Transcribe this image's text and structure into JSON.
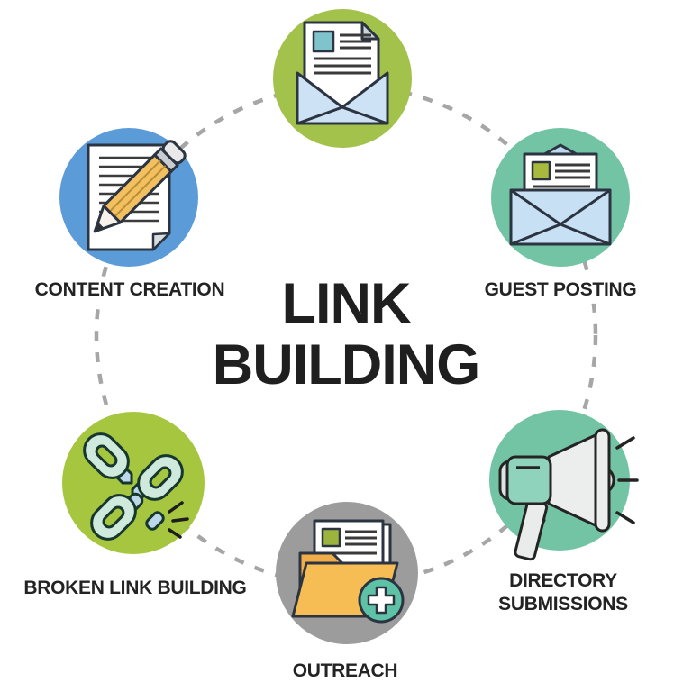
{
  "title": {
    "line1": "LINK",
    "line2": "BUILDING"
  },
  "nodes": [
    {
      "id": "newsletter",
      "icon": "open-envelope-newsletter-icon",
      "label": "",
      "circle_color": "#a3c24c"
    },
    {
      "id": "content-creation",
      "icon": "pencil-and-paper-icon",
      "label": "CONTENT CREATION",
      "circle_color": "#5b9bd8"
    },
    {
      "id": "guest-posting",
      "icon": "envelope-letter-icon",
      "label": "GUEST POSTING",
      "circle_color": "#72c4a4"
    },
    {
      "id": "broken-link-building",
      "icon": "broken-chain-link-icon",
      "label": "BROKEN LINK BUILDING",
      "circle_color": "#a6c640"
    },
    {
      "id": "directory-submissions",
      "icon": "megaphone-icon",
      "label": "DIRECTORY SUBMISSIONS",
      "circle_color": "#72c4a4"
    },
    {
      "id": "outreach",
      "icon": "folder-add-document-icon",
      "label": "OUTREACH",
      "circle_color": "#9c9c9c"
    }
  ],
  "colors": {
    "green": "#a3c24c",
    "lime": "#a6c640",
    "blue": "#5b9bd8",
    "teal": "#72c4a4",
    "gray": "#9c9c9c",
    "dash_line": "#a6a6a6",
    "outline": "#2b3440",
    "text": "#232323",
    "envelope_blue": "#cde3f5",
    "paper_white": "#ffffff",
    "pencil_yellow": "#f2c05e",
    "folder_orange": "#f3b450",
    "mint_chain": "#cfeadd",
    "megaphone_gray": "#eceeee",
    "plus_badge_teal": "#5ec2a6"
  }
}
